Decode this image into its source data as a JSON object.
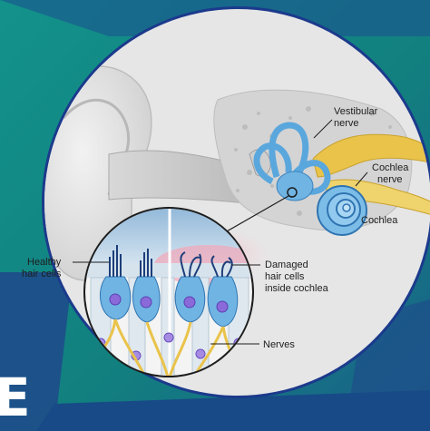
{
  "labels": {
    "vestibular_nerve": [
      "Vestibular",
      "nerve"
    ],
    "cochlea_nerve": [
      "Cochlea",
      "nerve"
    ],
    "cochlea": "Cochlea",
    "healthy_hair_cells": [
      "Healthy",
      "hair cells"
    ],
    "damaged_hair_cells": [
      "Damaged",
      "hair cells",
      "inside cochlea"
    ],
    "nerves": "Nerves"
  },
  "edge_text": "E",
  "colors": {
    "background_teal": "#0f8a86",
    "background_blue": "#1c4f8f",
    "circle_border": "#1b3a8c",
    "cochlea_blue": "#5aa7dd",
    "nerve_yellow": "#e9c34a"
  }
}
